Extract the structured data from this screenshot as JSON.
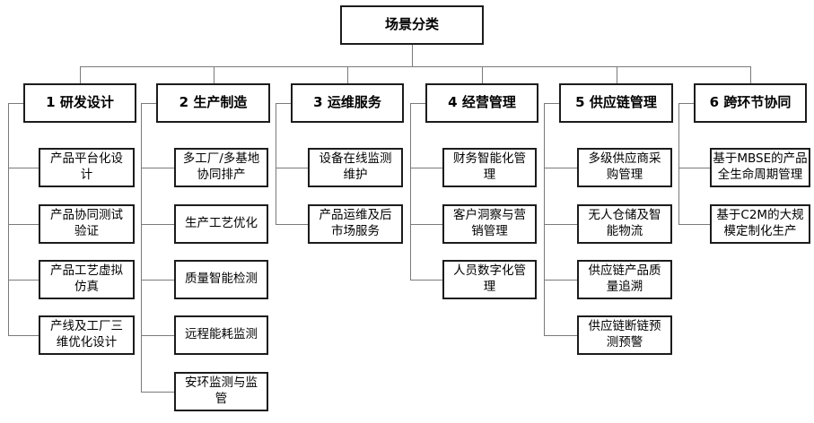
{
  "diagram": {
    "root": "场景分类",
    "branches": [
      {
        "label": "1 研发设计",
        "children": [
          "产品平台化设\n计",
          "产品协同测试\n验证",
          "产品工艺虚拟\n仿真",
          "产线及工厂三\n维优化设计"
        ]
      },
      {
        "label": "2 生产制造",
        "children": [
          "多工厂/多基地\n协同排产",
          "生产工艺优化",
          "质量智能检测",
          "远程能耗监测",
          "安环监测与监\n管"
        ]
      },
      {
        "label": "3 运维服务",
        "children": [
          "设备在线监测\n维护",
          "产品运维及后\n市场服务"
        ]
      },
      {
        "label": "4 经营管理",
        "children": [
          "财务智能化管\n理",
          "客户洞察与营\n销管理",
          "人员数字化管\n理"
        ]
      },
      {
        "label": "5 供应链管理",
        "children": [
          "多级供应商采\n购管理",
          "无人仓储及智\n能物流",
          "供应链产品质\n量追溯",
          "供应链断链预\n测预警"
        ]
      },
      {
        "label": "6 跨环节协同",
        "children": [
          "基于MBSE的产品\n全生命周期管理",
          "基于C2M的大规\n模定制化生产"
        ]
      }
    ],
    "colors": {
      "box_border": "#1c1c1c",
      "box_bg": "#ffffff",
      "connector": "#7a7a7a",
      "text": "#000000"
    }
  }
}
